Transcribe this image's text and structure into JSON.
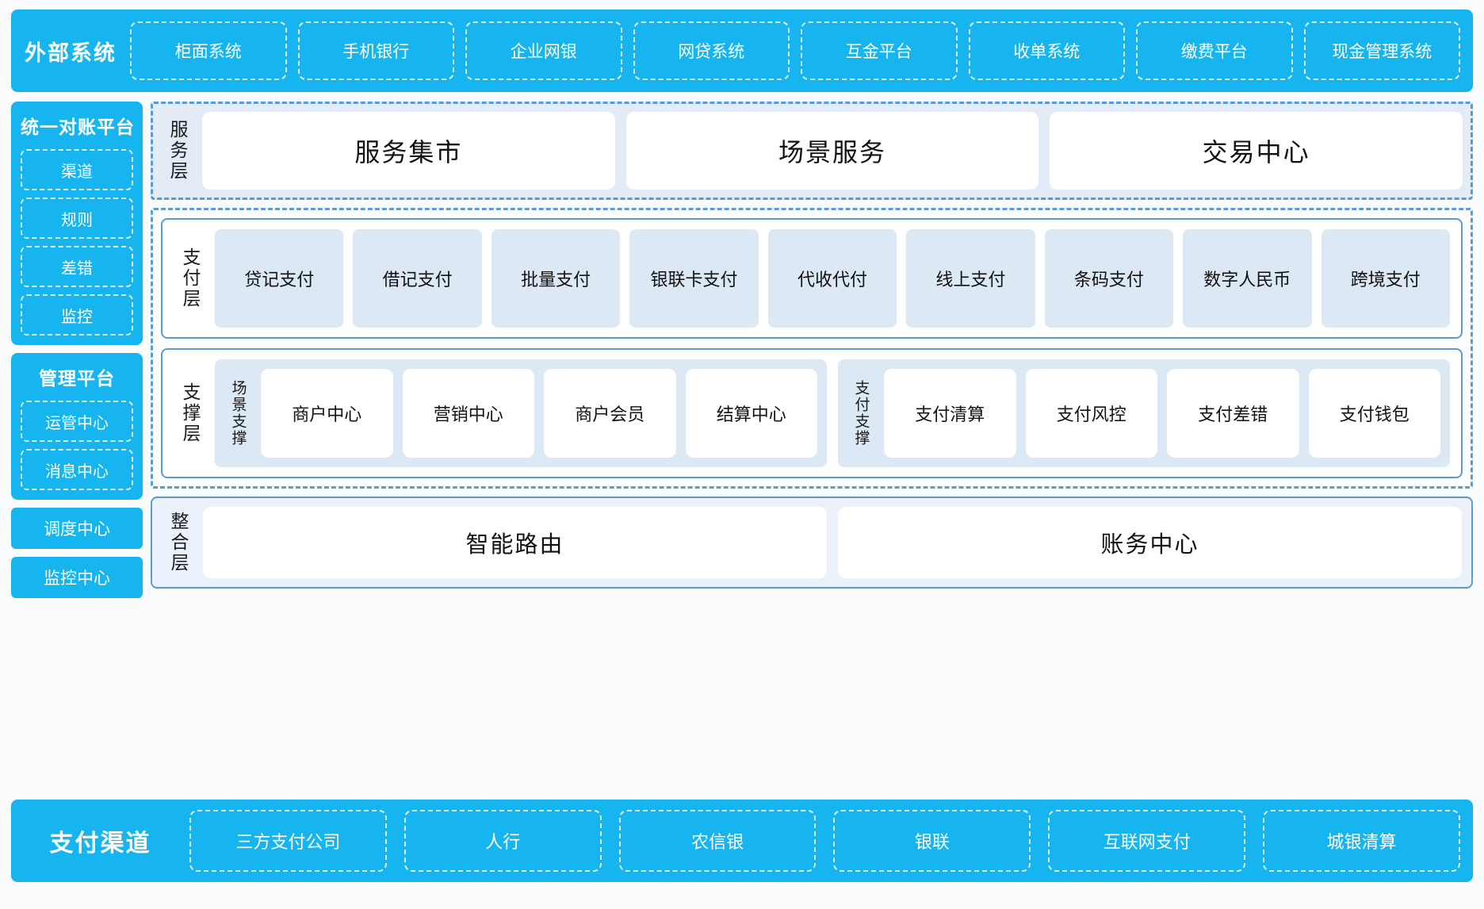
{
  "colors": {
    "brand_blue": "#17b5f0",
    "panel_border_blue": "#5b9bd5",
    "card_blue": "#dde8f5",
    "page_bg": "#fbfcfe"
  },
  "external_systems": {
    "title": "外部系统",
    "items": [
      "柜面系统",
      "手机银行",
      "企业网银",
      "网贷系统",
      "互金平台",
      "收单系统",
      "缴费平台",
      "现金管理系统"
    ]
  },
  "rail": {
    "reconciliation": {
      "title": "统一对账平台",
      "items": [
        "渠道",
        "规则",
        "差错",
        "监控"
      ]
    },
    "management": {
      "title": "管理平台",
      "items": [
        "运管中心",
        "消息中心"
      ]
    },
    "standalone": [
      "调度中心",
      "监控中心"
    ]
  },
  "service_layer": {
    "label": "服务层",
    "items": [
      "服务集市",
      "场景服务",
      "交易中心"
    ]
  },
  "payment_layer": {
    "label": "支付层",
    "items": [
      "贷记支付",
      "借记支付",
      "批量支付",
      "银联卡支付",
      "代收代付",
      "线上支付",
      "条码支付",
      "数字人民币",
      "跨境支付"
    ]
  },
  "support_layer": {
    "label": "支撑层",
    "groups": [
      {
        "label": "场景支撑",
        "items": [
          "商户中心",
          "营销中心",
          "商户会员",
          "结算中心"
        ]
      },
      {
        "label": "支付支撑",
        "items": [
          "支付清算",
          "支付风控",
          "支付差错",
          "支付钱包"
        ]
      }
    ]
  },
  "integration_layer": {
    "label": "整合层",
    "items": [
      "智能路由",
      "账务中心"
    ]
  },
  "payment_channels": {
    "title": "支付渠道",
    "items": [
      "三方支付公司",
      "人行",
      "农信银",
      "银联",
      "互联网支付",
      "城银清算"
    ]
  }
}
